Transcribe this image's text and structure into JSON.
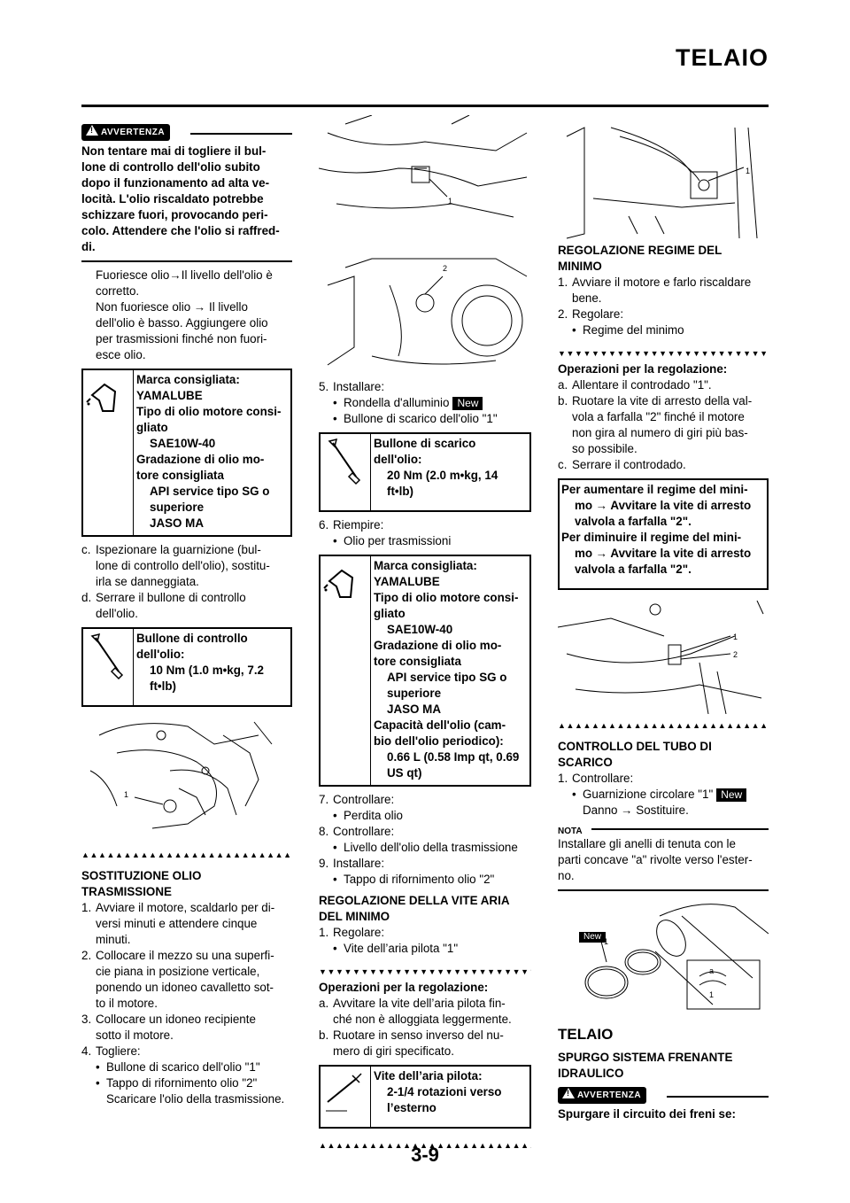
{
  "header": {
    "title": "TELAIO",
    "page_number": "3-9"
  },
  "col1": {
    "warning_label": "AVVERTENZA",
    "warning_text": [
      "Non tentare mai di togliere il bul-",
      "lone di controllo dell'olio subito",
      "dopo il funzionamento ad alta ve-",
      "locità. L'olio riscaldato potrebbe",
      "schizzare fuori, provocando peri-",
      "colo. Attendere che l'olio si raffred-",
      "di."
    ],
    "oil_check": [
      "Fuoriesce olio→Il livello dell'olio è",
      "corretto.",
      "Non fuoriesce olio → Il livello",
      "dell'olio è basso. Aggiungere olio",
      "per trasmissioni finché non fuori-",
      "esce olio."
    ],
    "box1": {
      "l1": "Marca consigliata:",
      "l2": "YAMALUBE",
      "l3": "Tipo di olio motore consi-",
      "l4": "gliato",
      "l5": "SAE10W-40",
      "l6": "Gradazione di olio mo-",
      "l7": "tore consigliata",
      "l8": "API service tipo SG o",
      "l9": "superiore",
      "l10": "JASO MA"
    },
    "step_c": [
      "c.",
      "Ispezionare la guarnizione (bul-",
      "lone di controllo dell'olio), sostitu-",
      "irla se danneggiata."
    ],
    "step_d": [
      "d.",
      "Serrare il bullone di controllo",
      "dell'olio."
    ],
    "box2": {
      "l1": "Bullone di controllo",
      "l2": "dell'olio:",
      "l3": "10 Nm (1.0 m•kg, 7.2",
      "l4": "ft•lb)"
    },
    "fig_callout": "1",
    "section_title": [
      "SOSTITUZIONE OLIO",
      "TRASMISSIONE"
    ],
    "steps": [
      {
        "n": "1.",
        "lines": [
          "Avviare il motore, scaldarlo per di-",
          "versi minuti e attendere cinque",
          "minuti."
        ]
      },
      {
        "n": "2.",
        "lines": [
          "Collocare il mezzo su una superfi-",
          "cie piana in posizione verticale,",
          "ponendo un idoneo cavalletto sot-",
          "to il motore."
        ]
      },
      {
        "n": "3.",
        "lines": [
          "Collocare un idoneo recipiente",
          "sotto il motore."
        ]
      },
      {
        "n": "4.",
        "lines": [
          "Togliere:"
        ]
      }
    ],
    "remove_items": [
      "Bullone di scarico dell'olio \"1\"",
      "Tappo di rifornimento olio \"2\""
    ],
    "drain_text": "Scaricare l'olio della trasmissione."
  },
  "col2": {
    "fig1_callout": "1",
    "fig2_callout": "2",
    "s5": "5.",
    "s5_label": "Installare:",
    "s5_items": [
      "Rondella d'alluminio",
      "Bullone di scarico dell'olio \"1\""
    ],
    "new_tag": "New",
    "box3": {
      "l1": "Bullone di scarico",
      "l2": "dell'olio:",
      "l3": "20 Nm (2.0 m•kg, 14",
      "l4": "ft•lb)"
    },
    "s6": "6.",
    "s6_label": "Riempire:",
    "s6_item": "Olio per trasmissioni",
    "box4": {
      "l1": "Marca consigliata:",
      "l2": "YAMALUBE",
      "l3": "Tipo di olio motore consi-",
      "l4": "gliato",
      "l5": "SAE10W-40",
      "l6": "Gradazione di olio mo-",
      "l7": "tore consigliata",
      "l8": "API service tipo SG o",
      "l9": "superiore",
      "l10": "JASO MA",
      "l11": "Capacità dell'olio (cam-",
      "l12": "bio dell'olio periodico):",
      "l13": "0.66 L (0.58 Imp qt, 0.69",
      "l14": "US qt)"
    },
    "s7": "7.",
    "s7_label": "Controllare:",
    "s7_item": "Perdita olio",
    "s8": "8.",
    "s8_label": "Controllare:",
    "s8_item": "Livello dell'olio della trasmissione",
    "s9": "9.",
    "s9_label": "Installare:",
    "s9_item": "Tappo di rifornimento olio \"2\"",
    "section_title": [
      "REGOLAZIONE DELLA VITE ARIA",
      "DEL MINIMO"
    ],
    "r1": "1.",
    "r1_label": "Regolare:",
    "r1_item": "Vite dell’aria pilota \"1\"",
    "ops_title": "Operazioni per la regolazione:",
    "oa": [
      "a.",
      "Avvitare la vite dell’aria pilota fin-",
      "ché non è alloggiata leggermente."
    ],
    "ob": [
      "b.",
      "Ruotare in senso inverso del nu-",
      "mero di giri specificato."
    ],
    "box5": {
      "l1": "Vite dell’aria pilota:",
      "l2": "2-1/4 rotazioni verso",
      "l3": "l’esterno"
    }
  },
  "col3": {
    "fig1_callout": "1",
    "section_title": [
      "REGOLAZIONE REGIME DEL",
      "MINIMO"
    ],
    "s1": [
      "1.",
      "Avviare il motore e farlo riscaldare",
      "bene."
    ],
    "s2": [
      "2.",
      "Regolare:"
    ],
    "s2_item": "Regime del minimo",
    "ops_title": "Operazioni per la regolazione:",
    "oa": [
      "a.",
      "Allentare il controdado \"1\"."
    ],
    "ob": [
      "b.",
      "Ruotare la vite di arresto della val-",
      "vola a farfalla \"2\" finché il motore",
      "non gira al numero di giri più bas-",
      "so possibile."
    ],
    "oc": [
      "c.",
      "Serrare il controdado."
    ],
    "box6": {
      "l1": "Per aumentare il regime del mini-",
      "l2": "mo → Avvitare la vite di arresto",
      "l3": "valvola a farfalla \"2\".",
      "l4": "Per diminuire il regime del mini-",
      "l5": "mo → Avvitare la vite di arresto",
      "l6": "valvola a farfalla \"2\"."
    },
    "fig2_callouts": [
      "1",
      "2"
    ],
    "exhaust_title": [
      "CONTROLLO DEL TUBO DI",
      "SCARICO"
    ],
    "e1": [
      "1.",
      "Controllare:"
    ],
    "e1_item": "Guarnizione circolare \"1\"",
    "new_tag": "New",
    "e1_result": "Danno → Sostituire.",
    "note_label": "NOTA",
    "note_text": [
      "Installare gli anelli di tenuta con le",
      "parti concave \"a\" rivolte verso l'ester-",
      "no."
    ],
    "fig3_new": "New",
    "fig3_callouts": [
      "1",
      "a",
      "1"
    ],
    "big_title": "TELAIO",
    "brake_title": [
      "SPURGO SISTEMA FRENANTE",
      "IDRAULICO"
    ],
    "warning_label": "AVVERTENZA",
    "warning_text": "Spurgare il circuito dei freni se:"
  },
  "triangle_row": "▲▲▲▲▲▲▲▲▲▲▲▲▲▲▲▲▲▲▲▲▲▲▲▲▲▲▲▲▲",
  "triangle_row_down": "▼▼▼▼▼▼▼▼▼▼▼▼▼▼▼▼▼▼▼▼▼▼▼▼▼▼▼▼▼"
}
